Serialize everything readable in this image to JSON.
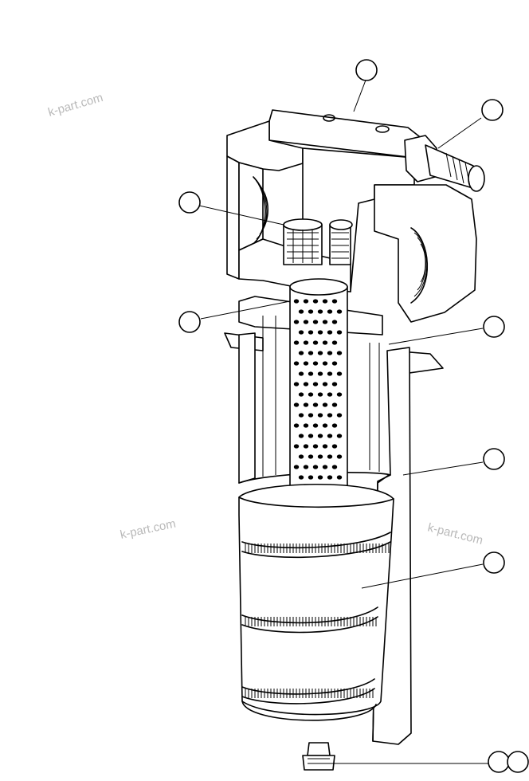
{
  "watermark_text": "k-part.com",
  "callouts": [
    {
      "id": "callout-1",
      "label": ""
    },
    {
      "id": "callout-2",
      "label": ""
    },
    {
      "id": "callout-3",
      "label": ""
    },
    {
      "id": "callout-4",
      "label": ""
    },
    {
      "id": "callout-5",
      "label": ""
    },
    {
      "id": "callout-6",
      "label": ""
    },
    {
      "id": "callout-7",
      "label": ""
    },
    {
      "id": "callout-8a",
      "label": ""
    },
    {
      "id": "callout-8b",
      "label": ""
    }
  ]
}
